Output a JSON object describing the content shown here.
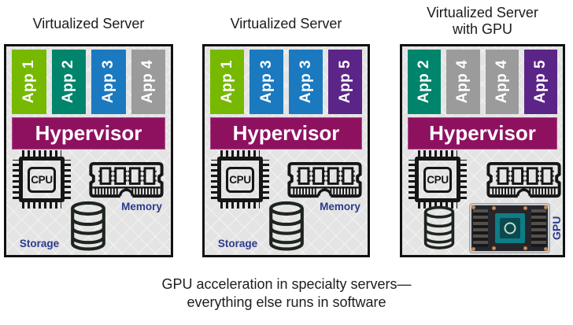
{
  "page": {
    "caption_line1": "GPU acceleration in specialty servers—",
    "caption_line2": "everything else runs in software"
  },
  "colors": {
    "hypervisor": "#8E1160",
    "label_navy": "#2B3A8C",
    "panel_bg": "#E4E4E4",
    "app_green": "#76B900",
    "app_teal": "#00846B",
    "app_blue": "#1B79C0",
    "app_gray": "#9B9B9B",
    "app_purple": "#5B2587"
  },
  "servers": [
    {
      "title": "Virtualized Server",
      "apps": [
        {
          "label": "App 1",
          "color": "#76B900"
        },
        {
          "label": "App 2",
          "color": "#00846B"
        },
        {
          "label": "App 3",
          "color": "#1B79C0"
        },
        {
          "label": "App 4",
          "color": "#9B9B9B"
        }
      ],
      "hypervisor": "Hypervisor",
      "cpu": "CPU",
      "memory_label": "Memory",
      "storage_label": "Storage"
    },
    {
      "title": "Virtualized Server",
      "apps": [
        {
          "label": "App 1",
          "color": "#76B900"
        },
        {
          "label": "App 3",
          "color": "#1B79C0"
        },
        {
          "label": "App 3",
          "color": "#1B79C0"
        },
        {
          "label": "App 5",
          "color": "#5B2587"
        }
      ],
      "hypervisor": "Hypervisor",
      "cpu": "CPU",
      "memory_label": "Memory",
      "storage_label": "Storage"
    },
    {
      "title": "Virtualized Server",
      "title_line2": "with GPU",
      "apps": [
        {
          "label": "App 2",
          "color": "#00846B"
        },
        {
          "label": "App 4",
          "color": "#9B9B9B"
        },
        {
          "label": "App 4",
          "color": "#9B9B9B"
        },
        {
          "label": "App 5",
          "color": "#5B2587"
        }
      ],
      "hypervisor": "Hypervisor",
      "cpu": "CPU",
      "gpu_label": "GPU"
    }
  ]
}
